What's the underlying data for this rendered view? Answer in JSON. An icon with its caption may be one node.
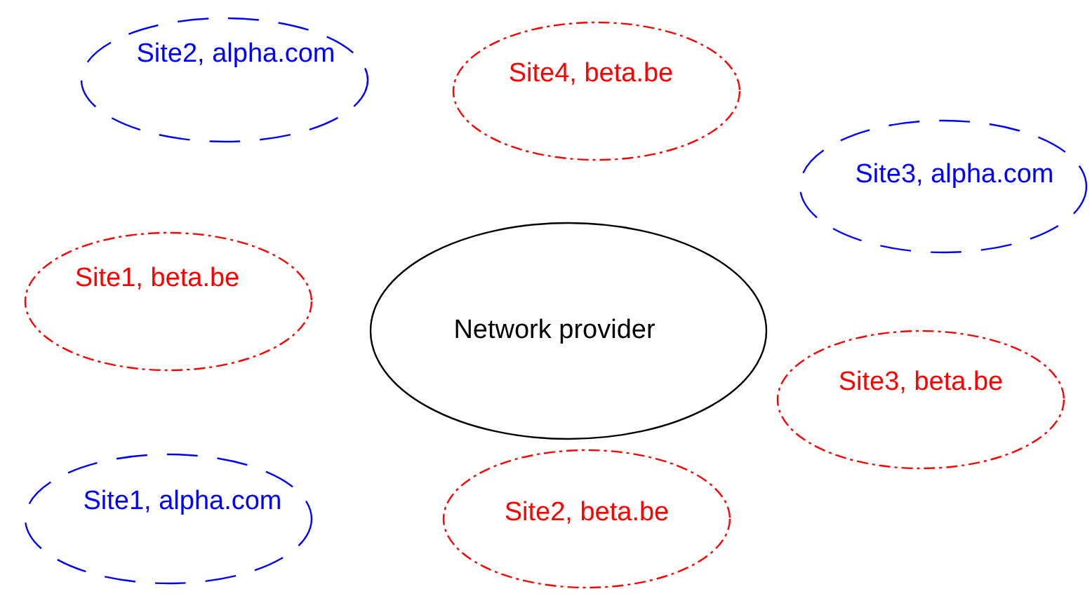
{
  "diagram": {
    "nodes": [
      {
        "text": [
          "Site2, alpha.com"
        ]
      },
      {
        "text": [
          "Site4, beta.be"
        ]
      },
      {
        "text": [
          "Site3, alpha.com"
        ]
      },
      {
        "text": [
          "Site1, beta.be"
        ]
      },
      {
        "text": [
          "Network provider"
        ]
      },
      {
        "text": [
          "Site3, beta.be"
        ]
      },
      {
        "text": [
          "Site1, alpha.com"
        ]
      },
      {
        "text": [
          "Site2, beta.be"
        ]
      }
    ]
  }
}
